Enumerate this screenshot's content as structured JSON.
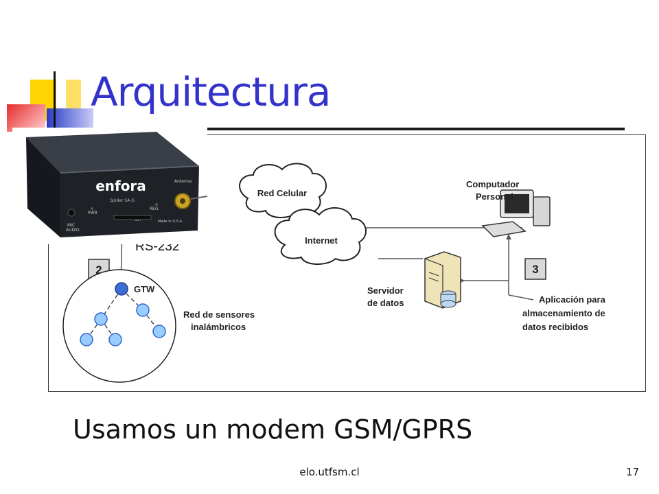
{
  "slide": {
    "title": "Arquitectura",
    "caption": "Usamos un modem GSM/GPRS",
    "footer_site": "elo.utfsm.cl",
    "page_number": "17"
  },
  "diagram": {
    "cloud_cell": "Red Celular",
    "cloud_internet": "Internet",
    "pc_label_1": "Computador",
    "pc_label_2": "Personal",
    "server_label_1": "Servidor",
    "server_label_2": "de datos",
    "app_label_1": "Aplicación para",
    "app_label_2": "almacenamiento de",
    "app_label_3": "datos recibidos",
    "badge_2": "2",
    "badge_3": "3",
    "gateway": "GTW",
    "sensors_label_1": "Red de sensores",
    "sensors_label_2": "inalámbricos",
    "link_label": "RS-232"
  },
  "modem": {
    "brand": "enfora",
    "model": "Spider SA G",
    "port_antenna": "Antenna",
    "port_reg": "REG",
    "port_pwr": "PWR",
    "port_mic": "MIC",
    "port_audio": "AUDIO",
    "port_sim": "SIM",
    "made_in": "Made in U.S.A."
  },
  "colors": {
    "title": "#3333cc",
    "node_fill": "#99ccff",
    "node_stroke": "#3366cc"
  }
}
